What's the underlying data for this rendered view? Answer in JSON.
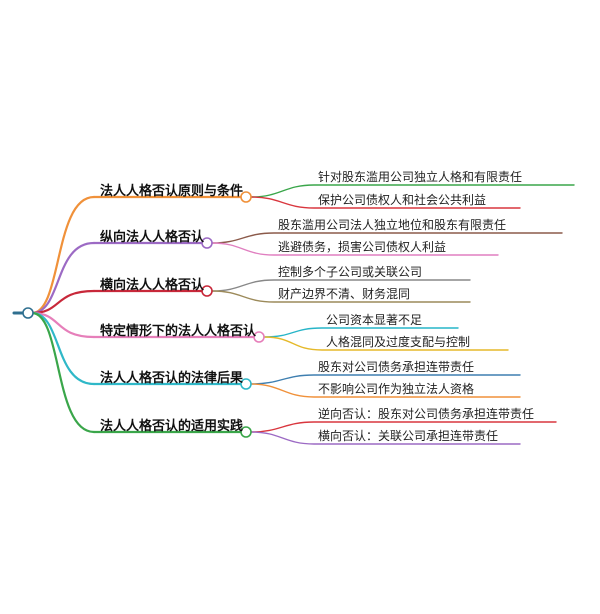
{
  "mindmap": {
    "root_color": "#2f6f8f",
    "branches": [
      {
        "label": "法人人格否认原则与条件",
        "color": "#f0913a",
        "leaves": [
          {
            "label": "针对股东滥用公司独立人格和有限责任",
            "color": "#3aa64a"
          },
          {
            "label": "保护公司债权人和社会公共利益",
            "color": "#d9363e"
          }
        ]
      },
      {
        "label": "纵向法人人格否认",
        "color": "#9c6ac4",
        "leaves": [
          {
            "label": "股东滥用公司法人独立地位和股东有限责任",
            "color": "#8b5a4a"
          },
          {
            "label": "逃避债务，损害公司债权人利益",
            "color": "#e07fc0"
          }
        ]
      },
      {
        "label": "横向法人人格否认",
        "color": "#c8283a",
        "leaves": [
          {
            "label": "控制多个子公司或关联公司",
            "color": "#888888"
          },
          {
            "label": "财产边界不清、财务混同",
            "color": "#9c8a5a"
          }
        ]
      },
      {
        "label": "特定情形下的法人人格否认",
        "color": "#e67fba",
        "leaves": [
          {
            "label": "公司资本显著不足",
            "color": "#27b5c8"
          },
          {
            "label": "人格混同及过度支配与控制",
            "color": "#e5b92a"
          }
        ]
      },
      {
        "label": "法人人格否认的法律后果",
        "color": "#2fb8c8",
        "leaves": [
          {
            "label": "股东对公司债务承担连带责任",
            "color": "#3f7fb0"
          },
          {
            "label": "不影响公司作为独立法人资格",
            "color": "#f0913a"
          }
        ]
      },
      {
        "label": "法人人格否认的适用实践",
        "color": "#3aa64a",
        "leaves": [
          {
            "label": "逆向否认：股东对公司债务承担连带责任",
            "color": "#d9363e"
          },
          {
            "label": "横向否认：关联公司承担连带责任",
            "color": "#9c6ac4"
          }
        ]
      }
    ]
  }
}
